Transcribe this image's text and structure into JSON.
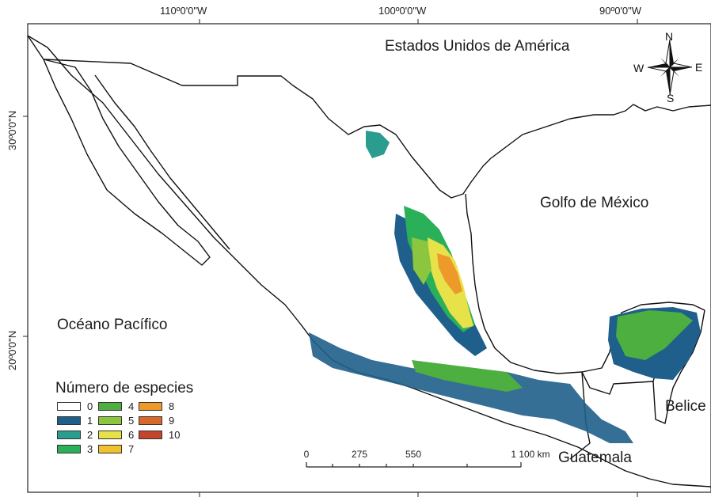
{
  "map": {
    "graticule": {
      "longitudes": [
        "110º0'0\"W",
        "100º0'0\"W",
        "90º0'0\"W"
      ],
      "latitudes": [
        "30º0'0\"N",
        "20º0'0\"N"
      ]
    },
    "places": {
      "usa": "Estados Unidos de América",
      "gulf": "Golfo de México",
      "pacific": "Océano Pacífico",
      "belize": "Belice",
      "guatemala": "Guatemala"
    },
    "compass": {
      "north": "N",
      "south": "S",
      "east": "E",
      "west": "W"
    },
    "legend": {
      "title": "Número de especies",
      "items": [
        {
          "label": "0",
          "color": "#ffffff"
        },
        {
          "label": "1",
          "color": "#1f5f8b"
        },
        {
          "label": "2",
          "color": "#2a9d8f"
        },
        {
          "label": "3",
          "color": "#2bb05a"
        },
        {
          "label": "4",
          "color": "#4caf3f"
        },
        {
          "label": "5",
          "color": "#8cc63f"
        },
        {
          "label": "6",
          "color": "#e8e24a"
        },
        {
          "label": "7",
          "color": "#f2c12e"
        },
        {
          "label": "8",
          "color": "#ee9a2a"
        },
        {
          "label": "9",
          "color": "#d9692b"
        },
        {
          "label": "10",
          "color": "#c4452c"
        }
      ]
    },
    "scale_bar": {
      "ticks": [
        "0",
        "275",
        "550",
        "1 100 km"
      ]
    }
  }
}
